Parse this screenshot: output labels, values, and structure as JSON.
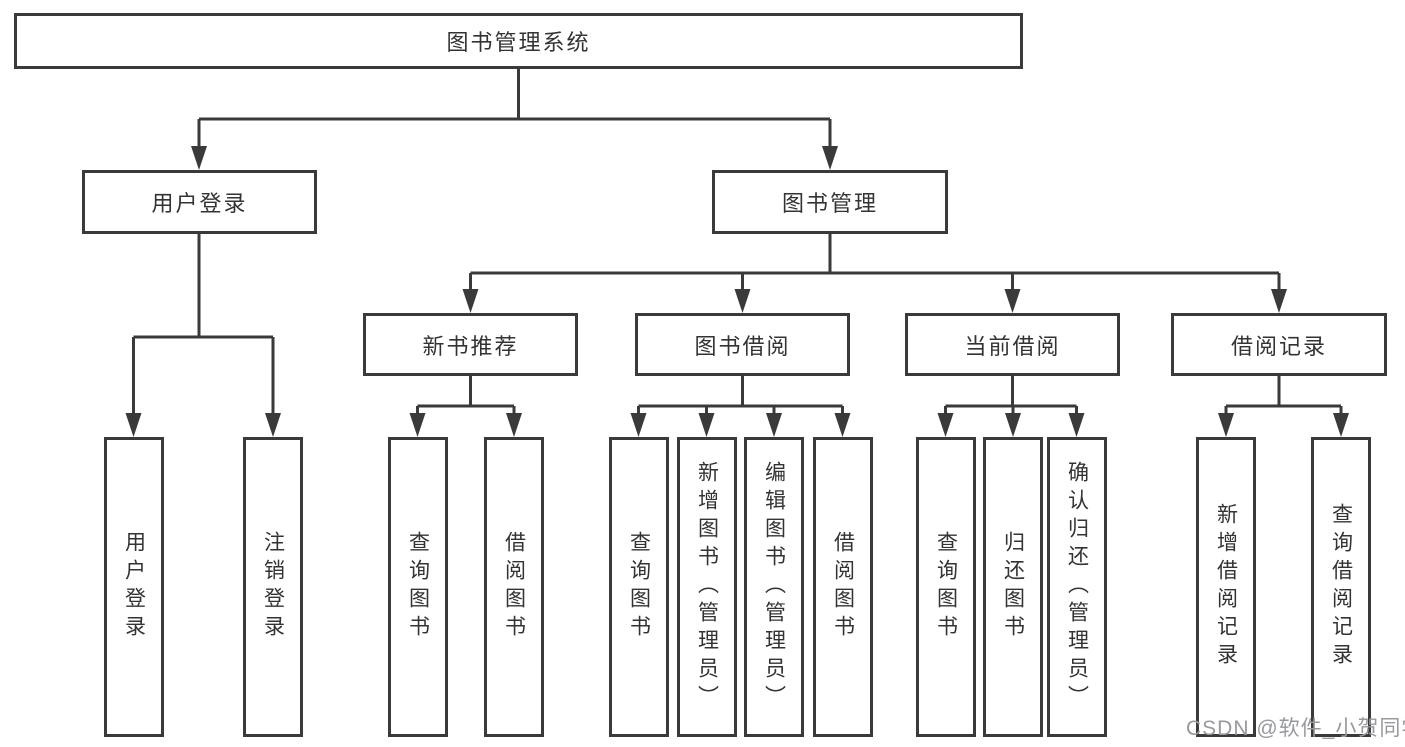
{
  "colors": {
    "line": "#3a3a3a",
    "text": "#333333",
    "background": "#ffffff",
    "watermark": "#97999d"
  },
  "root": {
    "label": "图书管理系统"
  },
  "level2": {
    "user_login": {
      "label": "用户登录"
    },
    "book_mgmt": {
      "label": "图书管理"
    }
  },
  "level3": {
    "new_book": {
      "label": "新书推荐"
    },
    "book_borrow": {
      "label": "图书借阅"
    },
    "current_borrow": {
      "label": "当前借阅"
    },
    "borrow_record": {
      "label": "借阅记录"
    }
  },
  "leaves": {
    "ul1": {
      "label": "用户登录"
    },
    "ul2": {
      "label": "注销登录"
    },
    "nb1": {
      "label": "查询图书"
    },
    "nb2": {
      "label": "借阅图书"
    },
    "bb1": {
      "label": "查询图书"
    },
    "bb2": {
      "label": "新增图书（管理员）"
    },
    "bb3": {
      "label": "编辑图书（管理员）"
    },
    "bb4": {
      "label": "借阅图书"
    },
    "cb1": {
      "label": "查询图书"
    },
    "cb2": {
      "label": "归还图书"
    },
    "cb3": {
      "label": "确认归还（管理员）"
    },
    "br1": {
      "label": "新增借阅记录"
    },
    "br2": {
      "label": "查询借阅记录"
    }
  },
  "watermark": "CSDN @软件_小贺同学"
}
